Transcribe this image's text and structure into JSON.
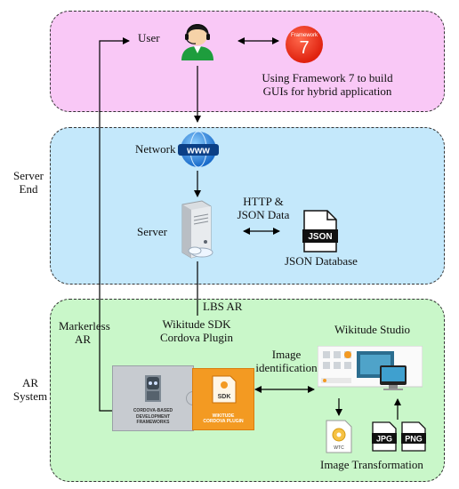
{
  "labels": {
    "user": "User",
    "framework_desc": "Using Framework 7 to build GUIs for hybrid application",
    "network": "Network",
    "server_end": "Server End",
    "http_json": "HTTP & JSON Data",
    "server": "Server",
    "json_database": "JSON Database",
    "lbs_ar": "LBS AR",
    "markerless_ar": "Markerless AR",
    "wikitude_plugin": "Wikitude SDK Cordova Plugin",
    "wikitude_studio": "Wikitude Studio",
    "image_identification": "Image identification",
    "ar_system": "AR System",
    "image_transformation": "Image Transformation"
  },
  "icons": {
    "framework_word": "Framework",
    "framework_num": "7",
    "www": "www",
    "json": "JSON",
    "cordova_text": "CORDOVA-BASED\nDEVELOPMENT\nFRAMEWORKS",
    "sdk_badge": "SDK",
    "sdk_text": "WIKITUDE\nCORDOVA PLUGIN",
    "wtc": "WTC",
    "jpg": "JPG",
    "png": "PNG"
  },
  "colors": {
    "top_panel": "#f9c8f6",
    "mid_panel": "#c4e8fb",
    "bottom_panel": "#c9f7c9",
    "sdk_orange": "#f39a22",
    "framework_red": "#e0220f"
  }
}
